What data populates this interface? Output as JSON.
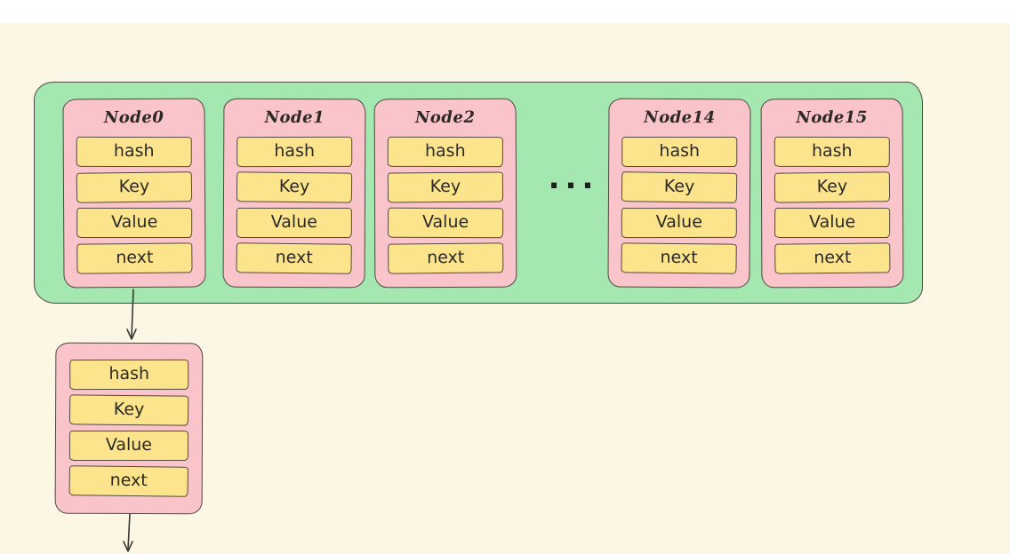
{
  "diagram": {
    "title_hint": "hash-table-bucket-array-with-chained-node",
    "bucket_array": {
      "nodes": [
        {
          "title": "Node0",
          "fields": [
            "hash",
            "Key",
            "Value",
            "next"
          ]
        },
        {
          "title": "Node1",
          "fields": [
            "hash",
            "Key",
            "Value",
            "next"
          ]
        },
        {
          "title": "Node2",
          "fields": [
            "hash",
            "Key",
            "Value",
            "next"
          ]
        },
        {
          "title": "Node14",
          "fields": [
            "hash",
            "Key",
            "Value",
            "next"
          ]
        },
        {
          "title": "Node15",
          "fields": [
            "hash",
            "Key",
            "Value",
            "next"
          ]
        }
      ],
      "ellipsis": "..."
    },
    "chained_node": {
      "fields": [
        "hash",
        "Key",
        "Value",
        "next"
      ]
    },
    "colors": {
      "background": "#fcf7e5",
      "top_strip": "#ffffff",
      "bucket_fill": "#a4e7b0",
      "node_fill": "#f9c5cb",
      "field_fill": "#fbe48c",
      "stroke": "#50463e"
    }
  }
}
